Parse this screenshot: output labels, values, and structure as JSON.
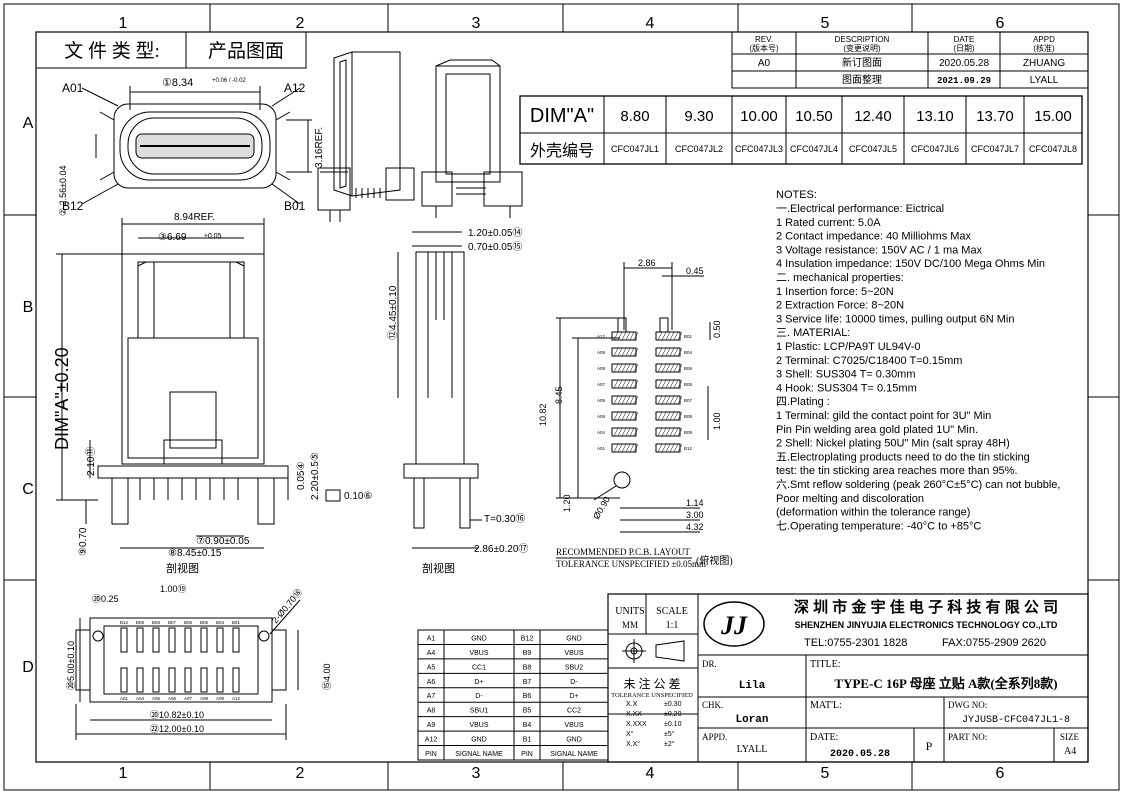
{
  "title_block_top": {
    "label": "文 件 类 型:",
    "value": "产品图面"
  },
  "grid": {
    "columns": [
      "1",
      "2",
      "3",
      "4",
      "5",
      "6"
    ],
    "rows": [
      "A",
      "B",
      "C",
      "D"
    ]
  },
  "revision": {
    "headers": [
      "REV.\n(版本号)",
      "DESCRIPTION\n(变更说明)",
      "DATE\n(日期)",
      "APPD\n(核准)"
    ],
    "header_en": [
      "REV.",
      "DESCRIPTION",
      "DATE",
      "APPD"
    ],
    "header_cn": [
      "(版本号)",
      "(变更说明)",
      "(日期)",
      "(核准)"
    ],
    "rows": [
      [
        "A0",
        "新订图面",
        "2020.05.28",
        "ZHUANG"
      ],
      [
        "",
        "图面整理",
        "2021.09.29",
        "LYALL"
      ]
    ]
  },
  "dim_table": {
    "row1_label": "DIM\"A\"",
    "row2_label": "外壳编号",
    "dims": [
      "8.80",
      "9.30",
      "10.00",
      "10.50",
      "12.40",
      "13.10",
      "13.70",
      "15.00"
    ],
    "parts": [
      "CFC047JL1",
      "CFC047JL2",
      "CFC047JL3",
      "CFC047JL4",
      "CFC047JL5",
      "CFC047JL6",
      "CFC047JL7",
      "CFC047JL8"
    ]
  },
  "notes": {
    "heading": "NOTES:",
    "lines": [
      "一.Electrical performance: Eictrical",
      "   1 Rated current: 5.0A",
      "   2 Contact impedance: 40 Milliohms Max",
      "   3 Voltage resistance: 150V AC / 1 ma Max",
      "   4 Insulation impedance: 150V DC/100 Mega Ohms Min",
      "二. mechanical properties:",
      "   1 Insertion force: 5~20N",
      "   2 Extraction Force: 8~20N",
      "   3 Service life: 10000 times, pulling output 6N Min",
      "三. MATERIAL:",
      "   1 Plastic: LCP/PA9T UL94V-0",
      "   2 Terminal: C7025/C18400 T=0.15mm",
      "   3 Shell: SUS304 T= 0.30mm",
      "   4 Hook: SUS304 T= 0.15mm",
      "四.Plating :",
      "   1 Terminal: gild the contact point for 3U\" Min",
      "                  Pin Pin welding area gold plated 1U\" Min.",
      "   2 Shell: Nickel plating 50U\" Min (salt spray 48H)",
      "五.Electroplating products need to do the tin sticking",
      "     test: the tin sticking area reaches more than 95%.",
      "六.Smt reflow soldering (peak 260°C±5°C) can not bubble,",
      "     Poor melting and discoloration",
      "     (deformation within the tolerance range)",
      "七.Operating temperature: -40°C to +85°C"
    ]
  },
  "front_view": {
    "a01": "A01",
    "a12": "A12",
    "b12": "B12",
    "b01": "B01",
    "dim1": "①8.34",
    "dim1_tol": "+0.06 / -0.02",
    "dim2": "② 2.56±0.04",
    "dim3": "3.16REF."
  },
  "section_view": {
    "ref": "8.94REF.",
    "dim3": "③6.69",
    "dim3_tol": "±0.05",
    "dimA": "DIM\"A\"±0.20",
    "dim10": "⑩",
    "dim11": "2.10⑪",
    "dim9": "⑨0.70",
    "dim7": "⑦0.90±0.05",
    "dim8": "⑧8.45±0.15",
    "dim4": "0.05④",
    "dim5": "2.20±0.5⑤",
    "dim6": "0.10⑥",
    "label": "剖视图"
  },
  "side_view": {
    "dim14": "1.20±0.05⑭",
    "dim15": "0.70±0.05⑮",
    "dim12": "⑫4.45±0.10",
    "dim16": "T=0.30⑯",
    "dim17": "2.86±0.20⑰",
    "label": "剖视图"
  },
  "pcb_layout": {
    "d286": "2.86",
    "d045": "0.45",
    "d050": "0.50",
    "d1082": "10.82",
    "d845": "8.45",
    "d100": "1.00",
    "d120": "1.20",
    "d090": "Ø0.90",
    "d114": "1.14",
    "d300": "3.00",
    "d432": "4.32",
    "left_pins": [
      "A12",
      "A09",
      "A08",
      "A07",
      "A05",
      "A06",
      "A04",
      "A01"
    ],
    "right_pins": [
      "B01",
      "B04",
      "B06",
      "B05",
      "B07",
      "B08",
      "B09",
      "B12"
    ],
    "caption1": "RECOMMENDED  P.C.B. LAYOUT",
    "caption2": "TOLERANCE  UNSPECIFIED ±0.05mm",
    "caption3": "(俯视图)"
  },
  "bottom_view": {
    "d025": "⑳0.25",
    "d100": "1.00⑲",
    "d070": "2-Ø0.70⑱",
    "d500": "⑳5.00±0.10",
    "d400": "⑮4.00",
    "d1082": "⑳10.82±0.10",
    "d1200": "㉒12.00±0.10",
    "top_pins": [
      "B12",
      "B09",
      "B08",
      "B07",
      "B06",
      "B05",
      "B04",
      "B01"
    ],
    "bottom_pins": [
      "A01",
      "A04",
      "A05",
      "A06",
      "A07",
      "A08",
      "A09",
      "A12"
    ]
  },
  "pin_table": {
    "rows": [
      [
        "A1",
        "GND",
        "B12",
        "GND"
      ],
      [
        "A4",
        "VBUS",
        "B9",
        "VBUS"
      ],
      [
        "A5",
        "CC1",
        "B8",
        "SBU2"
      ],
      [
        "A6",
        "D+",
        "B7",
        "D-"
      ],
      [
        "A7",
        "D-",
        "B6",
        "D+"
      ],
      [
        "A8",
        "SBU1",
        "B5",
        "CC2"
      ],
      [
        "A9",
        "VBUS",
        "B4",
        "VBUS"
      ],
      [
        "A12",
        "GND",
        "B1",
        "GND"
      ]
    ],
    "footer": [
      "PIN",
      "SIGNAL NAME",
      "PIN",
      "SIGNAL NAME"
    ]
  },
  "title_block": {
    "units_label": "UNITS",
    "units_value": "MM",
    "scale_label": "SCALE",
    "scale_value": "1:1",
    "tol_title": "未 注 公 差",
    "tol_sub": "TOLERANCE  UNSPECIFIED",
    "tol_rows": [
      [
        "X.X",
        "±0.30"
      ],
      [
        "X.XX",
        "±0.20"
      ],
      [
        "X.XXX",
        "±0.10"
      ],
      [
        "X°",
        "±5°"
      ],
      [
        "X.X°",
        "±2°"
      ]
    ],
    "logo": "JJ",
    "company_cn": "深 圳 市 金 宇 佳 电 子 科 技 有 限 公 司",
    "company_en": "SHENZHEN JINYUJIA ELECTRONICS TECHNOLOGY CO.,LTD",
    "tel": "TEL:0755-2301 1828",
    "fax": "FAX:0755-2909 2620",
    "dr_label": "DR.",
    "dr_value": "Lila",
    "title_label": "TITLE:",
    "title_value": "TYPE-C 16P 母座 立贴 A款(全系列8款)",
    "chk_label": "CHK.",
    "chk_value": "Loran",
    "matl_label": "MAT'L:",
    "dwg_label": "DWG NO:",
    "dwg_value": "JYJUSB-CFC047JL1-8",
    "appd_label": "APPD.",
    "appd_value": "LYALL",
    "date_label": "DATE:",
    "date_value": "2020.05.28",
    "p_label": "P",
    "part_label": "PART NO:",
    "size_label": "SIZE",
    "size_value": "A4"
  }
}
